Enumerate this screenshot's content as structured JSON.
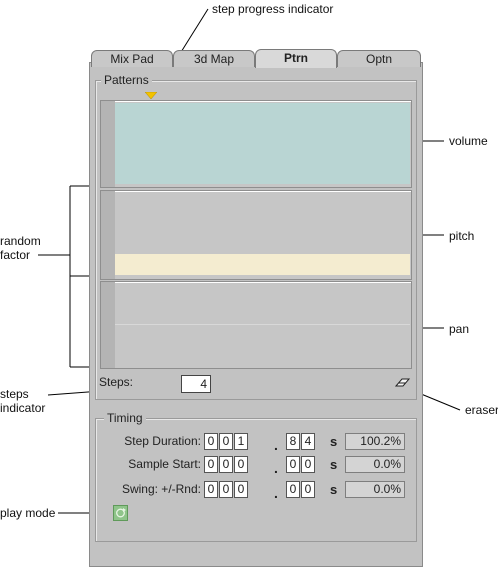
{
  "annotations": {
    "step_progress": "step progress indicator",
    "volume": "volume",
    "pitch": "pitch",
    "pan": "pan",
    "random_factor": "random factor",
    "steps_indicator": "steps indicator",
    "eraser": "eraser",
    "play_mode": "play mode"
  },
  "tabs": [
    {
      "label": "Mix Pad",
      "active": false
    },
    {
      "label": "3d Map",
      "active": false
    },
    {
      "label": "Ptrn",
      "active": true
    },
    {
      "label": "Optn",
      "active": false
    }
  ],
  "patterns": {
    "title": "Patterns",
    "volume_color": "#b9d5d3",
    "pitch_color": "#f4ecd0",
    "steps_label": "Steps:",
    "steps_value": "4"
  },
  "timing": {
    "title": "Timing",
    "rows": [
      {
        "label": "Step Duration:",
        "digits": [
          "0",
          "0",
          "1"
        ],
        "frac": [
          "8",
          "4"
        ],
        "unit": "s",
        "value": "100.2%"
      },
      {
        "label": "Sample Start:",
        "digits": [
          "0",
          "0",
          "0"
        ],
        "frac": [
          "0",
          "0"
        ],
        "unit": "s",
        "value": "0.0%"
      },
      {
        "label": "Swing: +/-Rnd:",
        "digits": [
          "0",
          "0",
          "0"
        ],
        "frac": [
          "0",
          "0"
        ],
        "unit": "s",
        "value": "0.0%"
      }
    ],
    "decimal": "."
  },
  "icons": {
    "step_marker": "triangle-down-icon",
    "eraser": "eraser-icon",
    "play_mode": "play-mode-icon"
  }
}
